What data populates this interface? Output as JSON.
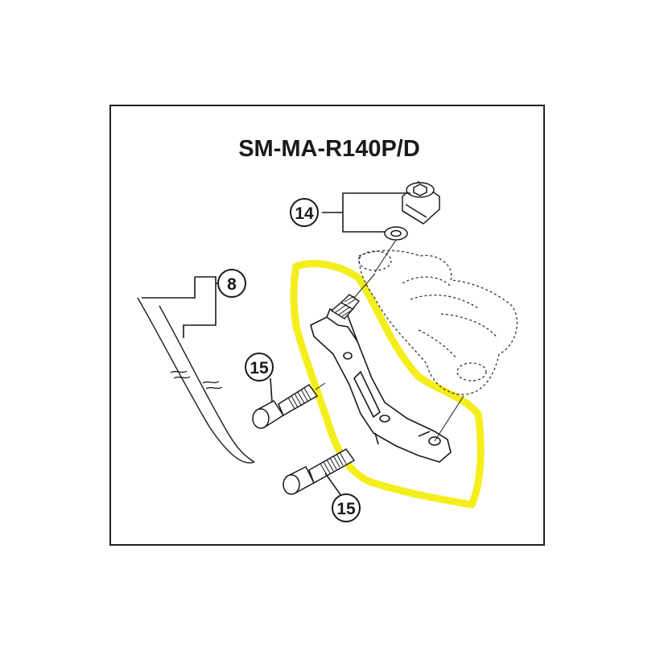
{
  "title": "SM-MA-R140P/D",
  "callouts": {
    "washer_bolt": "14",
    "hose_parts": "8",
    "bolt_upper": "15",
    "bolt_lower": "15"
  },
  "colors": {
    "highlight": "#f4ee1c",
    "line": "#1a1a1a",
    "frame": "#222222"
  }
}
